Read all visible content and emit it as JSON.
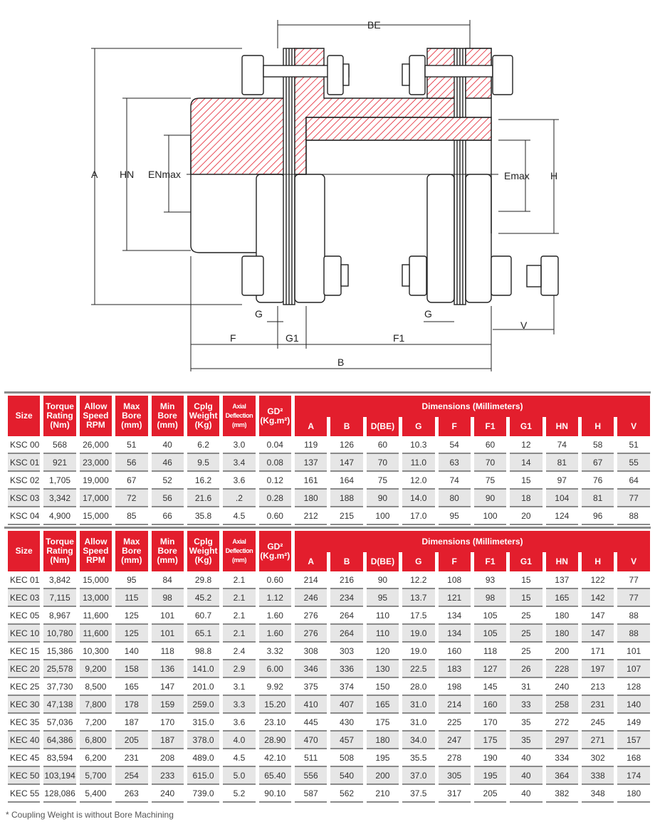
{
  "diagram": {
    "labels": {
      "BE": "BE",
      "A": "A",
      "HN": "HN",
      "ENmax": "ENmax",
      "Emax": "Emax",
      "H": "H",
      "G_left": "G",
      "G_right": "G",
      "G1": "G1",
      "F": "F",
      "F1": "F1",
      "V": "V",
      "B": "B"
    }
  },
  "headers": {
    "size": "Size",
    "torque": "Torque Rating (Nm)",
    "speed": "Allow Speed RPM",
    "max_bore": "Max Bore (mm)",
    "min_bore": "Min Bore (mm)",
    "weight": "Cplg Weight (Kg)",
    "axial": "Axial Deflection (mm)",
    "gd2": "GD² (Kg.m²)",
    "dimensions": "Dimensions (Millimeters)",
    "dims": [
      "A",
      "B",
      "D(BE)",
      "G",
      "F",
      "F1",
      "G1",
      "HN",
      "H",
      "V"
    ]
  },
  "ksc_rows": [
    [
      "KSC 00",
      "568",
      "26,000",
      "51",
      "40",
      "6.2",
      "3.0",
      "0.04",
      "119",
      "126",
      "60",
      "10.3",
      "54",
      "60",
      "12",
      "74",
      "58",
      "51"
    ],
    [
      "KSC 01",
      "921",
      "23,000",
      "56",
      "46",
      "9.5",
      "3.4",
      "0.08",
      "137",
      "147",
      "70",
      "11.0",
      "63",
      "70",
      "14",
      "81",
      "67",
      "55"
    ],
    [
      "KSC 02",
      "1,705",
      "19,000",
      "67",
      "52",
      "16.2",
      "3.6",
      "0.12",
      "161",
      "164",
      "75",
      "12.0",
      "74",
      "75",
      "15",
      "97",
      "76",
      "64"
    ],
    [
      "KSC 03",
      "3,342",
      "17,000",
      "72",
      "56",
      "21.6",
      ".2",
      "0.28",
      "180",
      "188",
      "90",
      "14.0",
      "80",
      "90",
      "18",
      "104",
      "81",
      "77"
    ],
    [
      "KSC 04",
      "4,900",
      "15,000",
      "85",
      "66",
      "35.8",
      "4.5",
      "0.60",
      "212",
      "215",
      "100",
      "17.0",
      "95",
      "100",
      "20",
      "124",
      "96",
      "88"
    ]
  ],
  "kec_rows": [
    [
      "KEC 01",
      "3,842",
      "15,000",
      "95",
      "84",
      "29.8",
      "2.1",
      "0.60",
      "214",
      "216",
      "90",
      "12.2",
      "108",
      "93",
      "15",
      "137",
      "122",
      "77"
    ],
    [
      "KEC 03",
      "7,115",
      "13,000",
      "115",
      "98",
      "45.2",
      "2.1",
      "1.12",
      "246",
      "234",
      "95",
      "13.7",
      "121",
      "98",
      "15",
      "165",
      "142",
      "77"
    ],
    [
      "KEC 05",
      "8,967",
      "11,600",
      "125",
      "101",
      "60.7",
      "2.1",
      "1.60",
      "276",
      "264",
      "110",
      "17.5",
      "134",
      "105",
      "25",
      "180",
      "147",
      "88"
    ],
    [
      "KEC 10",
      "10,780",
      "11,600",
      "125",
      "101",
      "65.1",
      "2.1",
      "1.60",
      "276",
      "264",
      "110",
      "19.0",
      "134",
      "105",
      "25",
      "180",
      "147",
      "88"
    ],
    [
      "KEC 15",
      "15,386",
      "10,300",
      "140",
      "118",
      "98.8",
      "2.4",
      "3.32",
      "308",
      "303",
      "120",
      "19.0",
      "160",
      "118",
      "25",
      "200",
      "171",
      "101"
    ],
    [
      "KEC 20",
      "25,578",
      "9,200",
      "158",
      "136",
      "141.0",
      "2.9",
      "6.00",
      "346",
      "336",
      "130",
      "22.5",
      "183",
      "127",
      "26",
      "228",
      "197",
      "107"
    ],
    [
      "KEC 25",
      "37,730",
      "8,500",
      "165",
      "147",
      "201.0",
      "3.1",
      "9.92",
      "375",
      "374",
      "150",
      "28.0",
      "198",
      "145",
      "31",
      "240",
      "213",
      "128"
    ],
    [
      "KEC 30",
      "47,138",
      "7,800",
      "178",
      "159",
      "259.0",
      "3.3",
      "15.20",
      "410",
      "407",
      "165",
      "31.0",
      "214",
      "160",
      "33",
      "258",
      "231",
      "140"
    ],
    [
      "KEC 35",
      "57,036",
      "7,200",
      "187",
      "170",
      "315.0",
      "3.6",
      "23.10",
      "445",
      "430",
      "175",
      "31.0",
      "225",
      "170",
      "35",
      "272",
      "245",
      "149"
    ],
    [
      "KEC 40",
      "64,386",
      "6,800",
      "205",
      "187",
      "378.0",
      "4.0",
      "28.90",
      "470",
      "457",
      "180",
      "34.0",
      "247",
      "175",
      "35",
      "297",
      "271",
      "157"
    ],
    [
      "KEC 45",
      "83,594",
      "6,200",
      "231",
      "208",
      "489.0",
      "4.5",
      "42.10",
      "511",
      "508",
      "195",
      "35.5",
      "278",
      "190",
      "40",
      "334",
      "302",
      "168"
    ],
    [
      "KEC 50",
      "103,194",
      "5,700",
      "254",
      "233",
      "615.0",
      "5.0",
      "65.40",
      "556",
      "540",
      "200",
      "37.0",
      "305",
      "195",
      "40",
      "364",
      "338",
      "174"
    ],
    [
      "KEC 55",
      "128,086",
      "5,400",
      "263",
      "240",
      "739.0",
      "5.2",
      "90.10",
      "587",
      "562",
      "210",
      "37.5",
      "317",
      "205",
      "40",
      "382",
      "348",
      "180"
    ]
  ],
  "footnote": "* Coupling Weight is without Bore Machining",
  "colors": {
    "accent": "#e31e2d"
  }
}
